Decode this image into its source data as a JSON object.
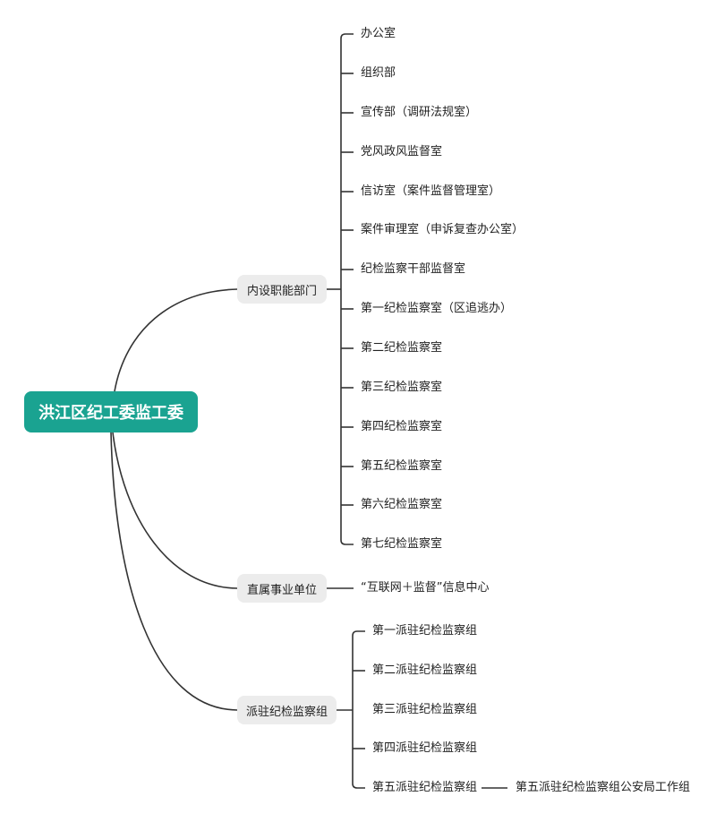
{
  "root": {
    "label": "洪江区纪工委监工委"
  },
  "branches": [
    {
      "label": "内设职能部门",
      "children": [
        "办公室",
        "组织部",
        "宣传部（调研法规室）",
        "党风政风监督室",
        "信访室（案件监督管理室）",
        "案件审理室（申诉复查办公室）",
        "纪检监察干部监督室",
        "第一纪检监察室（区追逃办）",
        "第二纪检监察室",
        "第三纪检监察室",
        "第四纪检监察室",
        "第五纪检监察室",
        "第六纪检监察室",
        "第七纪检监察室"
      ]
    },
    {
      "label": "直属事业单位",
      "children": [
        "“互联网＋监督”信息中心"
      ]
    },
    {
      "label": "派驻纪检监察组",
      "children": [
        "第一派驻纪检监察组",
        "第二派驻纪检监察组",
        "第三派驻纪检监察组",
        "第四派驻纪检监察组",
        "第五派驻纪检监察组"
      ],
      "sub": {
        "parent": "第五派驻纪检监察组",
        "label": "第五派驻纪检监察组公安局工作组"
      }
    }
  ],
  "colors": {
    "root_bg": "#1aa391",
    "branch_bg": "#ececec",
    "line": "#333333"
  }
}
